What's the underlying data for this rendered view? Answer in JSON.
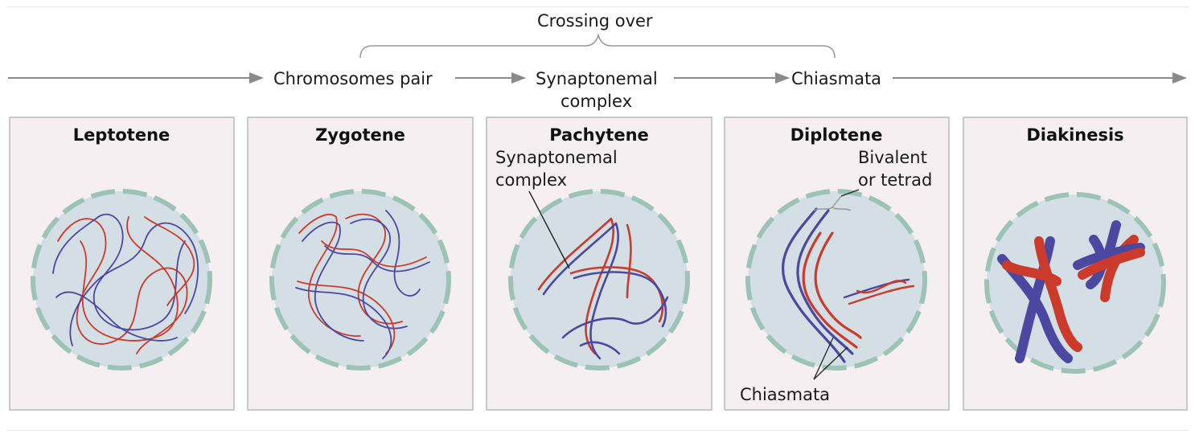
{
  "header": {
    "crossing_over": "Crossing over",
    "chromosomes_pair": "Chromosomes pair",
    "synaptonemal_line1": "Synaptonemal",
    "synaptonemal_line2": "complex",
    "chiasmata": "Chiasmata"
  },
  "panels": [
    {
      "title": "Leptotene"
    },
    {
      "title": "Zygotene"
    },
    {
      "title": "Pachytene",
      "annotation_line1": "Synaptonemal",
      "annotation_line2": "complex"
    },
    {
      "title": "Diplotene",
      "annotation_line1": "Bivalent",
      "annotation_line2": "or tetrad",
      "bottom_label": "Chiasmata"
    },
    {
      "title": "Diakinesis"
    }
  ],
  "colors": {
    "panel_fill": "#f6eff1",
    "panel_border": "#b9b9b9",
    "nucleus_fill": "#d3dfe4",
    "nuclear_envelope": "#9cc3b6",
    "chromosome_red": "#cc3a2c",
    "chromosome_blue": "#4a48a0",
    "arrow": "#8a8a8a"
  }
}
